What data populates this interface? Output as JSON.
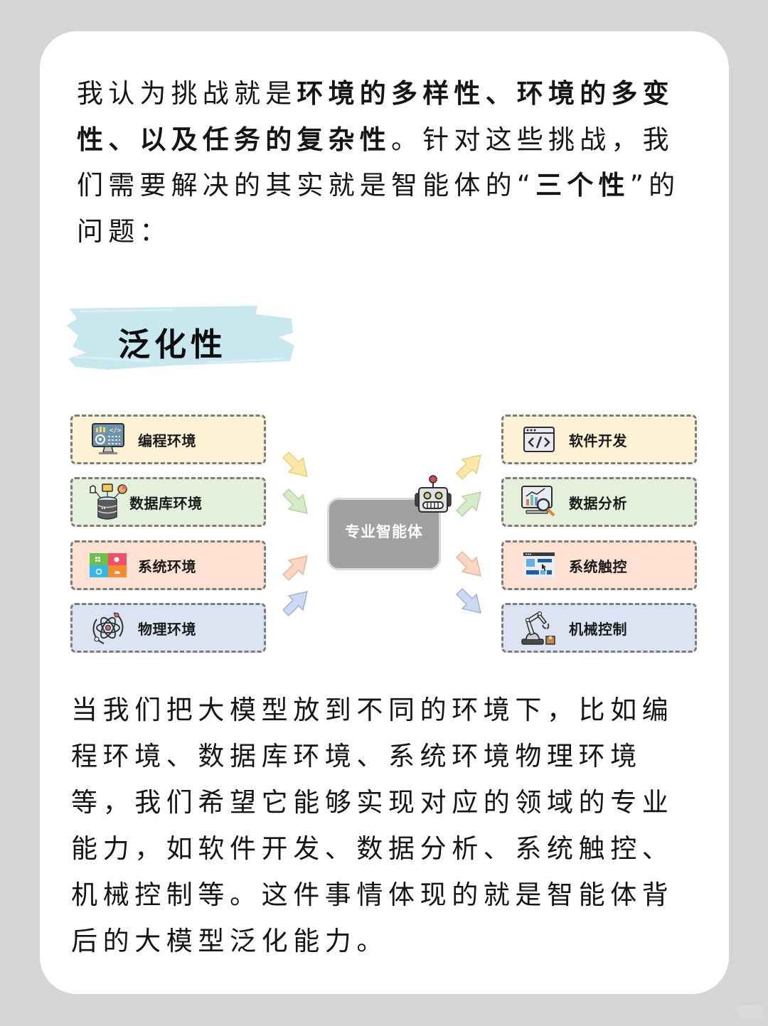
{
  "intro": {
    "segments": [
      {
        "text": "我认为挑战就是",
        "bold": false
      },
      {
        "text": "环境的多样性、环境的多变性、以及任务的复杂性",
        "bold": true
      },
      {
        "text": "。针对这些挑战，我们需要解决的其实就是智能体的“",
        "bold": false
      },
      {
        "text": "三个性",
        "bold": true
      },
      {
        "text": "”的问题：",
        "bold": false
      }
    ],
    "s0": "我认为挑战就是",
    "s1": "环境的多样性、环境的多变性、以及任务的复杂性",
    "s2": "。针对这些挑战，我们需要解决的其实就是智能体的“",
    "s3": "三个性",
    "s4": "”的问题："
  },
  "section": {
    "heading": "泛化性",
    "brush_color": "#c5e6ee"
  },
  "diagram": {
    "center": {
      "label": "专业智能体",
      "icon": "robot-icon",
      "color": "#a1a1a1"
    },
    "inputs": [
      {
        "label": "编程环境",
        "icon": "coding-monitor-icon",
        "color": "#fdf1d6"
      },
      {
        "label": "数据库环境",
        "icon": "database-icon",
        "color": "#e4efdc"
      },
      {
        "label": "系统环境",
        "icon": "os-tiles-icon",
        "color": "#fde1d3"
      },
      {
        "label": "物理环境",
        "icon": "atom-icon",
        "color": "#dce3f2"
      }
    ],
    "outputs": [
      {
        "label": "软件开发",
        "icon": "code-window-icon",
        "color": "#fdf1d6"
      },
      {
        "label": "数据分析",
        "icon": "data-analysis-monitor-icon",
        "color": "#e4efdc"
      },
      {
        "label": "系统触控",
        "icon": "ui-click-icon",
        "color": "#fde1d3"
      },
      {
        "label": "机械控制",
        "icon": "robot-arm-icon",
        "color": "#dce3f2"
      }
    ],
    "arrow_colors": [
      "#fbe7a6",
      "#cfe7c2",
      "#f8cdb6",
      "#c4d4ef"
    ]
  },
  "body": {
    "text": "当我们把大模型放到不同的环境下，比如编程环境、数据库环境、系统环境物理环境等，我们希望它能够实现对应的领域的专业能力，如软件开发、数据分析、系统触控、机械控制等。这件事情体现的就是智能体背后的大模型泛化能力。"
  }
}
